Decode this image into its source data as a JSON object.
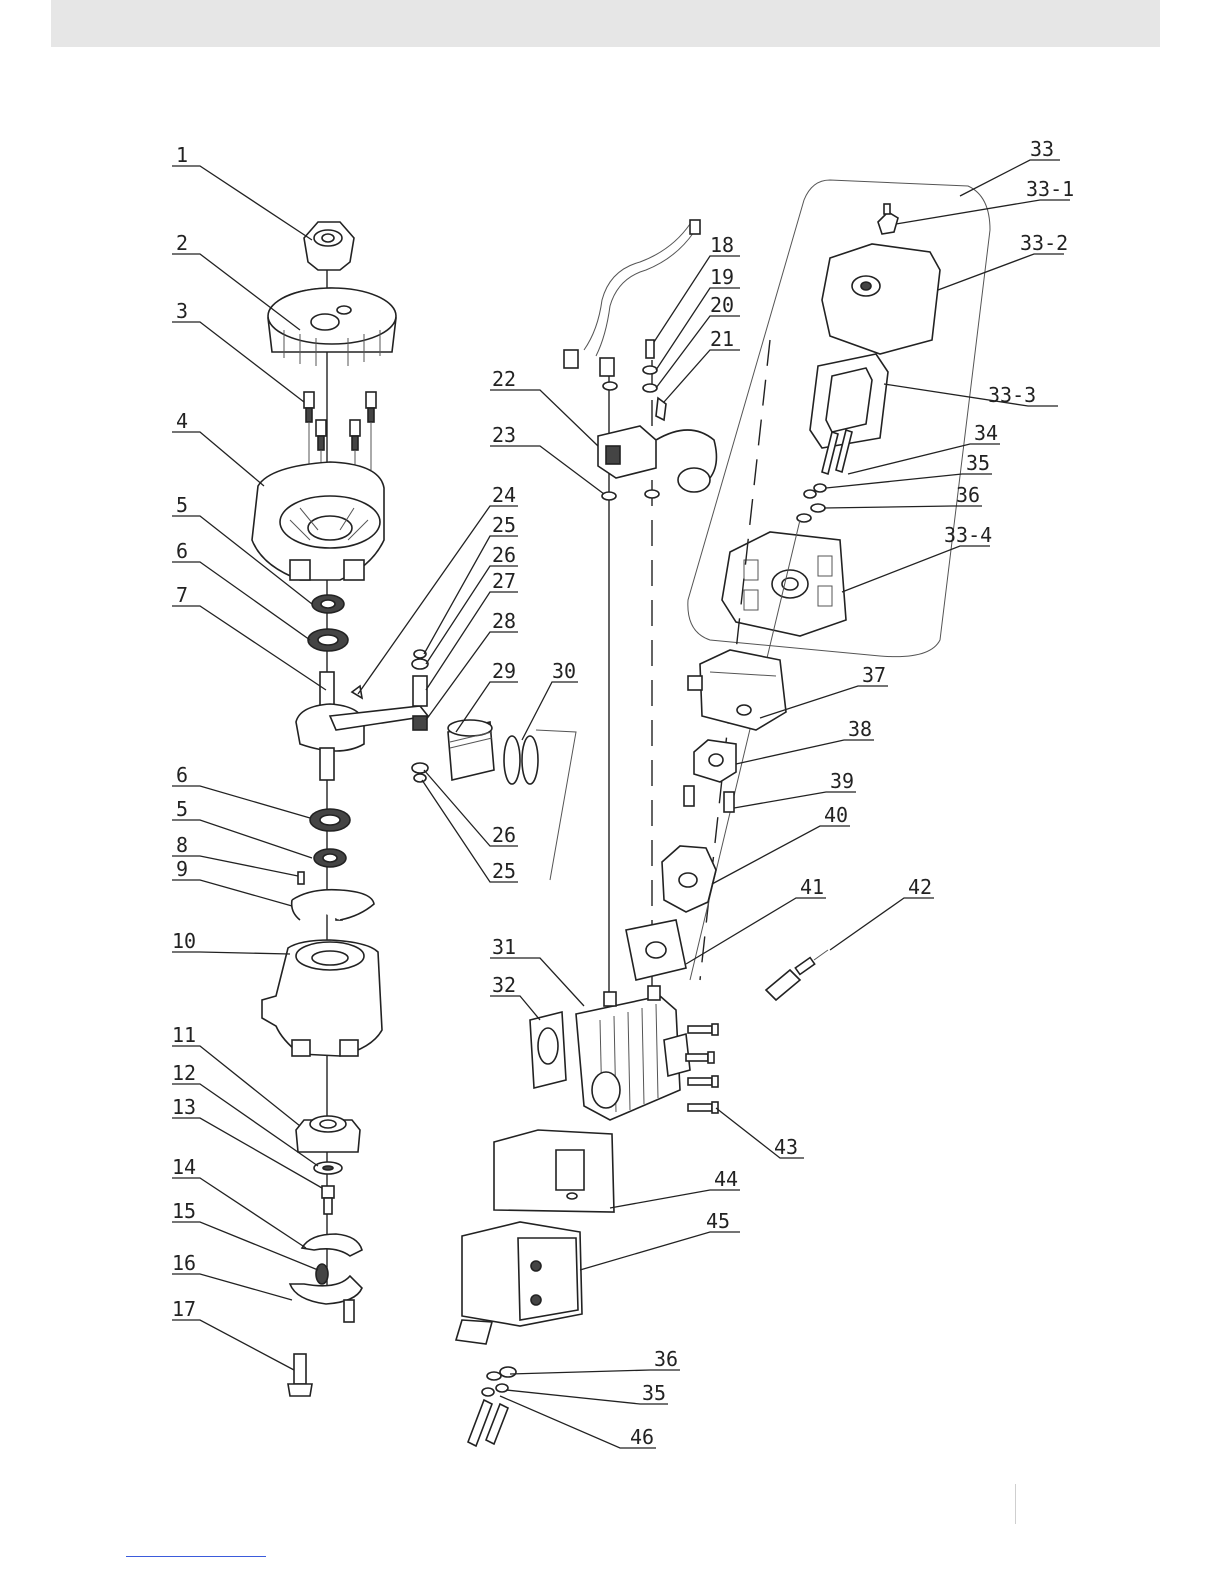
{
  "diagram": {
    "labels": [
      {
        "id": "1",
        "text": "1"
      },
      {
        "id": "2",
        "text": "2"
      },
      {
        "id": "3",
        "text": "3"
      },
      {
        "id": "4",
        "text": "4"
      },
      {
        "id": "5a",
        "text": "5"
      },
      {
        "id": "6a",
        "text": "6"
      },
      {
        "id": "7",
        "text": "7"
      },
      {
        "id": "6b",
        "text": "6"
      },
      {
        "id": "5b",
        "text": "5"
      },
      {
        "id": "8",
        "text": "8"
      },
      {
        "id": "9",
        "text": "9"
      },
      {
        "id": "10",
        "text": "10"
      },
      {
        "id": "11",
        "text": "11"
      },
      {
        "id": "12",
        "text": "12"
      },
      {
        "id": "13",
        "text": "13"
      },
      {
        "id": "14",
        "text": "14"
      },
      {
        "id": "15",
        "text": "15"
      },
      {
        "id": "16",
        "text": "16"
      },
      {
        "id": "17",
        "text": "17"
      },
      {
        "id": "18",
        "text": "18"
      },
      {
        "id": "19",
        "text": "19"
      },
      {
        "id": "20",
        "text": "20"
      },
      {
        "id": "21",
        "text": "21"
      },
      {
        "id": "22",
        "text": "22"
      },
      {
        "id": "23",
        "text": "23"
      },
      {
        "id": "24",
        "text": "24"
      },
      {
        "id": "25a",
        "text": "25"
      },
      {
        "id": "26a",
        "text": "26"
      },
      {
        "id": "27",
        "text": "27"
      },
      {
        "id": "28",
        "text": "28"
      },
      {
        "id": "29",
        "text": "29"
      },
      {
        "id": "30",
        "text": "30"
      },
      {
        "id": "26b",
        "text": "26"
      },
      {
        "id": "25b",
        "text": "25"
      },
      {
        "id": "31",
        "text": "31"
      },
      {
        "id": "32",
        "text": "32"
      },
      {
        "id": "33",
        "text": "33"
      },
      {
        "id": "33-1",
        "text": "33-1"
      },
      {
        "id": "33-2",
        "text": "33-2"
      },
      {
        "id": "33-3",
        "text": "33-3"
      },
      {
        "id": "34",
        "text": "34"
      },
      {
        "id": "35a",
        "text": "35"
      },
      {
        "id": "36a",
        "text": "36"
      },
      {
        "id": "33-4",
        "text": "33-4"
      },
      {
        "id": "37",
        "text": "37"
      },
      {
        "id": "38",
        "text": "38"
      },
      {
        "id": "39",
        "text": "39"
      },
      {
        "id": "40",
        "text": "40"
      },
      {
        "id": "41",
        "text": "41"
      },
      {
        "id": "42",
        "text": "42"
      },
      {
        "id": "43",
        "text": "43"
      },
      {
        "id": "44",
        "text": "44"
      },
      {
        "id": "45",
        "text": "45"
      },
      {
        "id": "36b",
        "text": "36"
      },
      {
        "id": "35b",
        "text": "35"
      },
      {
        "id": "46",
        "text": "46"
      }
    ]
  }
}
